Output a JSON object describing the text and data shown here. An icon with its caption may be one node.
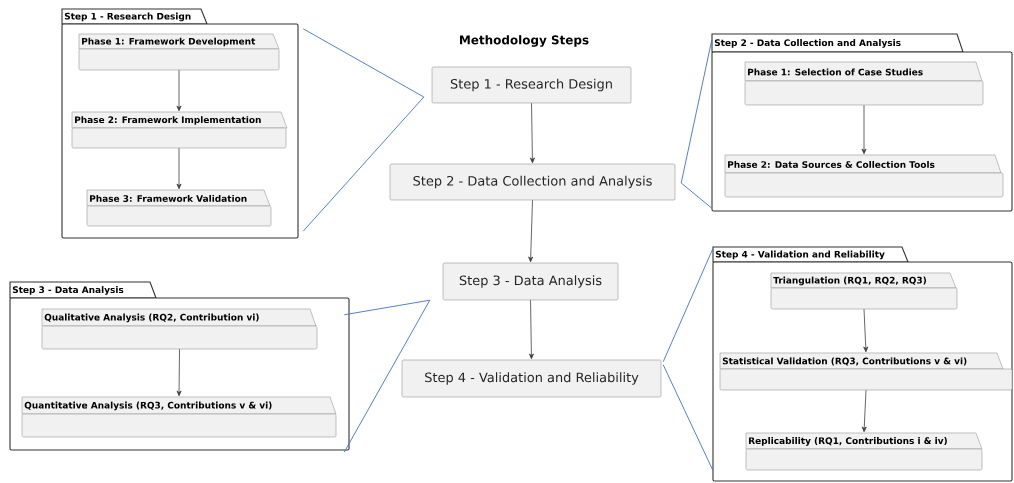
{
  "diagram": {
    "title": "Methodology Steps",
    "nodes": [
      {
        "text": [
          "Step 1 - Research Design"
        ]
      },
      {
        "text": [
          "Step 2 - Data Collection and Analysis"
        ]
      },
      {
        "text": [
          "Step 3 - Data Analysis"
        ]
      },
      {
        "text": [
          "Step 4 - Validation and Reliability"
        ]
      },
      {
        "text": [
          "Step 1 - Research Design"
        ]
      },
      {
        "text": [
          "Phase 1: Framework Development"
        ],
        "in": 4
      },
      {
        "text": [
          "Phase 2: Framework Implementation"
        ],
        "in": 4
      },
      {
        "text": [
          "Phase 3: Framework Validation"
        ],
        "in": 4
      },
      {
        "text": [
          "Step 2 - Data Collection and Analysis"
        ]
      },
      {
        "text": [
          "Phase 1: Selection of Case Studies"
        ],
        "in": 8
      },
      {
        "text": [
          "Phase 2: Data Sources & Collection Tools"
        ],
        "in": 8
      },
      {
        "text": [
          "Step 3 - Data Analysis"
        ]
      },
      {
        "text": [
          "Qualitative Analysis (RQ2, Contribution vi)"
        ],
        "in": 11
      },
      {
        "text": [
          "Quantitative Analysis (RQ3, Contributions v & vi)"
        ],
        "in": 11
      },
      {
        "text": [
          "Step 4 - Validation and Reliability"
        ]
      },
      {
        "text": [
          "Triangulation (RQ1, RQ2, RQ3)"
        ],
        "in": 14
      },
      {
        "text": [
          "Statistical Validation (RQ3, Contributions v & vi)"
        ],
        "in": 14
      },
      {
        "text": [
          "Replicability (RQ1, Contributions i & iv)"
        ],
        "in": 14
      }
    ],
    "edges": [
      {
        "from": 0,
        "to": 1,
        "arrow": "to"
      },
      {
        "from": 1,
        "to": 2,
        "arrow": "to"
      },
      {
        "from": 2,
        "to": 3,
        "arrow": "to"
      },
      {
        "from": 5,
        "to": 6,
        "arrow": "to"
      },
      {
        "from": 6,
        "to": 7,
        "arrow": "to"
      },
      {
        "from": 9,
        "to": 10,
        "arrow": "to"
      },
      {
        "from": 12,
        "to": 13,
        "arrow": "to"
      },
      {
        "from": 15,
        "to": 16,
        "arrow": "to"
      },
      {
        "from": 16,
        "to": 17,
        "arrow": "to"
      },
      {
        "from": 0,
        "to": 4,
        "arrow": "none",
        "color": "#4472c4"
      },
      {
        "from": 0,
        "to": 4,
        "arrow": "none",
        "color": "#4472c4"
      },
      {
        "from": 1,
        "to": 8,
        "arrow": "none",
        "color": "#4472c4"
      },
      {
        "from": 1,
        "to": 8,
        "arrow": "none",
        "color": "#4472c4"
      },
      {
        "from": 2,
        "to": 11,
        "arrow": "none",
        "color": "#4472c4"
      },
      {
        "from": 2,
        "to": 11,
        "arrow": "none",
        "color": "#4472c4"
      },
      {
        "from": 3,
        "to": 14,
        "arrow": "none",
        "color": "#4472c4"
      },
      {
        "from": 3,
        "to": 14,
        "arrow": "none",
        "color": "#4472c4"
      }
    ]
  }
}
